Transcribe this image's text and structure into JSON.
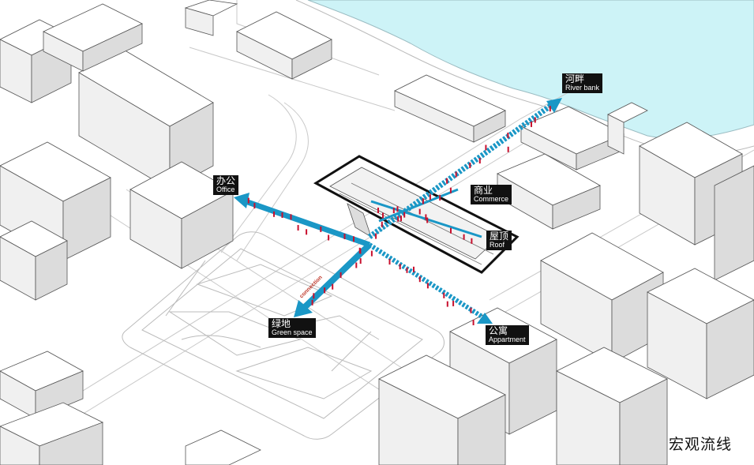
{
  "labels": {
    "river_bank": {
      "cn": "河畔",
      "en": "River bank"
    },
    "office": {
      "cn": "办公",
      "en": "Office"
    },
    "commerce": {
      "cn": "商业",
      "en": "Commerce"
    },
    "roof": {
      "cn": "屋顶",
      "en": "Roof"
    },
    "green_space": {
      "cn": "绿地",
      "en": "Green space"
    },
    "apartment": {
      "cn": "公寓",
      "en": "Appartment"
    }
  },
  "path_tag": "connection",
  "caption": "宏观流线",
  "colors": {
    "river": "#cdf3f7",
    "flow": "#1a97c6",
    "people": "#c8102e",
    "building_top": "#ffffff",
    "building_left": "#f0f0f0",
    "building_right": "#dcdcdc",
    "outline": "#555555"
  }
}
